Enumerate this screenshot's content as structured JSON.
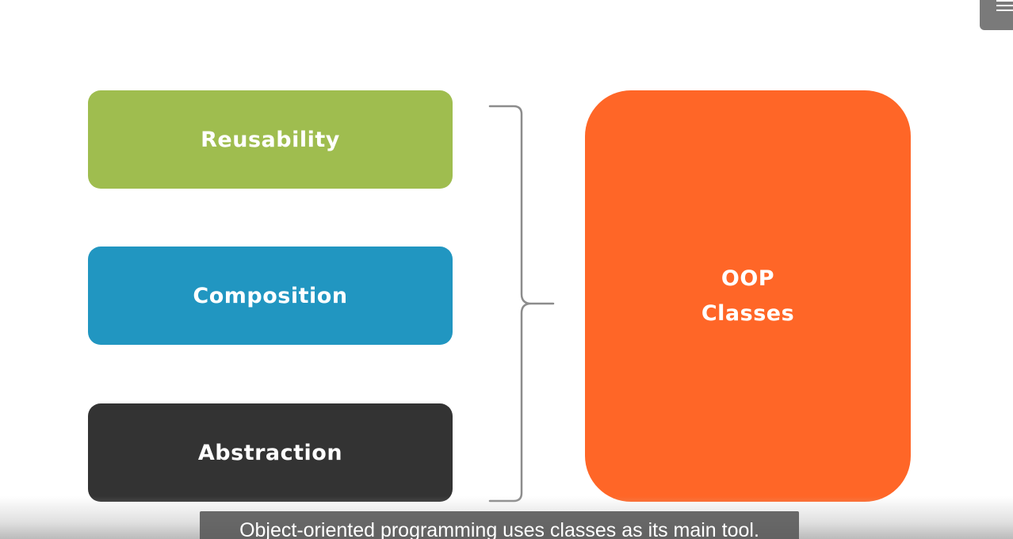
{
  "diagram": {
    "boxes": [
      {
        "label": "Reusability",
        "color": "#9fbd4f"
      },
      {
        "label": "Composition",
        "color": "#2196c1"
      },
      {
        "label": "Abstraction",
        "color": "#333333"
      }
    ],
    "target": {
      "line1": "OOP",
      "line2": "Classes",
      "color": "#ff6627"
    },
    "brace_color": "#8c8c8c"
  },
  "caption": {
    "text": "Object-oriented programming uses classes as its main tool."
  },
  "menu": {
    "icon": "hamburger-menu-icon"
  }
}
